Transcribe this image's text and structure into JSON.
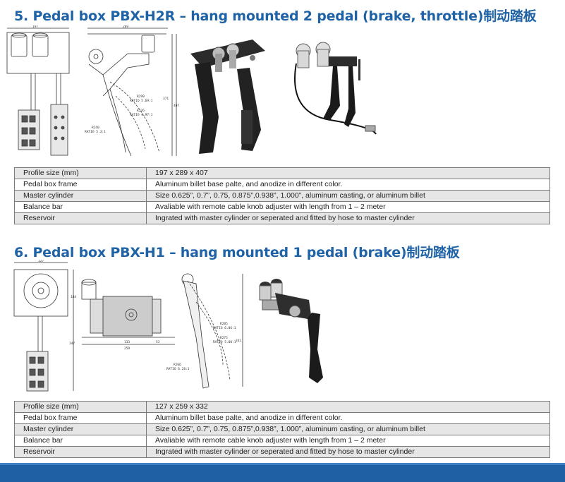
{
  "sections": [
    {
      "title": "5. Pedal box PBX-H2R – hang mounted 2 pedal (brake, throttle)制动踏板",
      "rows": [
        {
          "label": "Profile size (mm)",
          "value": "197 x 289 x 407"
        },
        {
          "label": "Pedal box frame",
          "value": "Aluminum billet base palte, and anodize in different color."
        },
        {
          "label": "Master cylinder",
          "value": "Size 0.625”, 0.7”, 0.75, 0.875”,0.938”, 1.000”, aluminum casting, or aluminum billet"
        },
        {
          "label": "Balance bar",
          "value": "Avaliable with remote cable knob adjuster with length from 1 – 2 meter"
        },
        {
          "label": "Reservoir",
          "value": "Ingrated with master cylinder or seperated and fitted by hose to master cylinder"
        }
      ],
      "drawing_text": {
        "dim_top_left": "197",
        "dim_top_right": "289",
        "dim_right_1": "371",
        "dim_right_2": "407",
        "ratio_1": "R299",
        "ratio_1b": "RATIO 5.69:1",
        "ratio_2": "R226",
        "ratio_2b": "RATIO 4.97:1",
        "ratio_3": "R240",
        "ratio_3b": "RATIO 5.3:1"
      }
    },
    {
      "title": "6. Pedal box PBX-H1  – hang mounted 1 pedal (brake)制动踏板",
      "rows": [
        {
          "label": "Profile size (mm)",
          "value": "127 x 259 x 332"
        },
        {
          "label": "Pedal box frame",
          "value": "Aluminum billet base palte, and anodize in different color."
        },
        {
          "label": "Master cylinder",
          "value": "Size 0.625”, 0.7”, 0.75, 0.875”,0.938”, 1.000”, aluminum casting, or aluminum billet"
        },
        {
          "label": "Balance bar",
          "value": "Avaliable with remote cable knob adjuster with length from 1 – 2 meter"
        },
        {
          "label": "Reservoir",
          "value": "Ingrated with master cylinder or seperated and fitted by hose to master cylinder"
        }
      ],
      "drawing_text": {
        "dim_top": "127",
        "dim_left_1": "184",
        "dim_left_2": "347",
        "dim_mid_1": "133",
        "dim_mid_2": "53",
        "dim_mid_3": "259",
        "dim_right": "332",
        "ratio_1": "R285",
        "ratio_1b": "RATIO 6.06:1",
        "ratio_2": "R275",
        "ratio_2b": "RATIO 5.00:1",
        "ratio_3": "R266",
        "ratio_3b": "RATIO 6.28:1"
      }
    }
  ],
  "colors": {
    "title": "#1f63a6",
    "row_shade": "#e6e6e6",
    "footer": "#1f5fa3"
  }
}
